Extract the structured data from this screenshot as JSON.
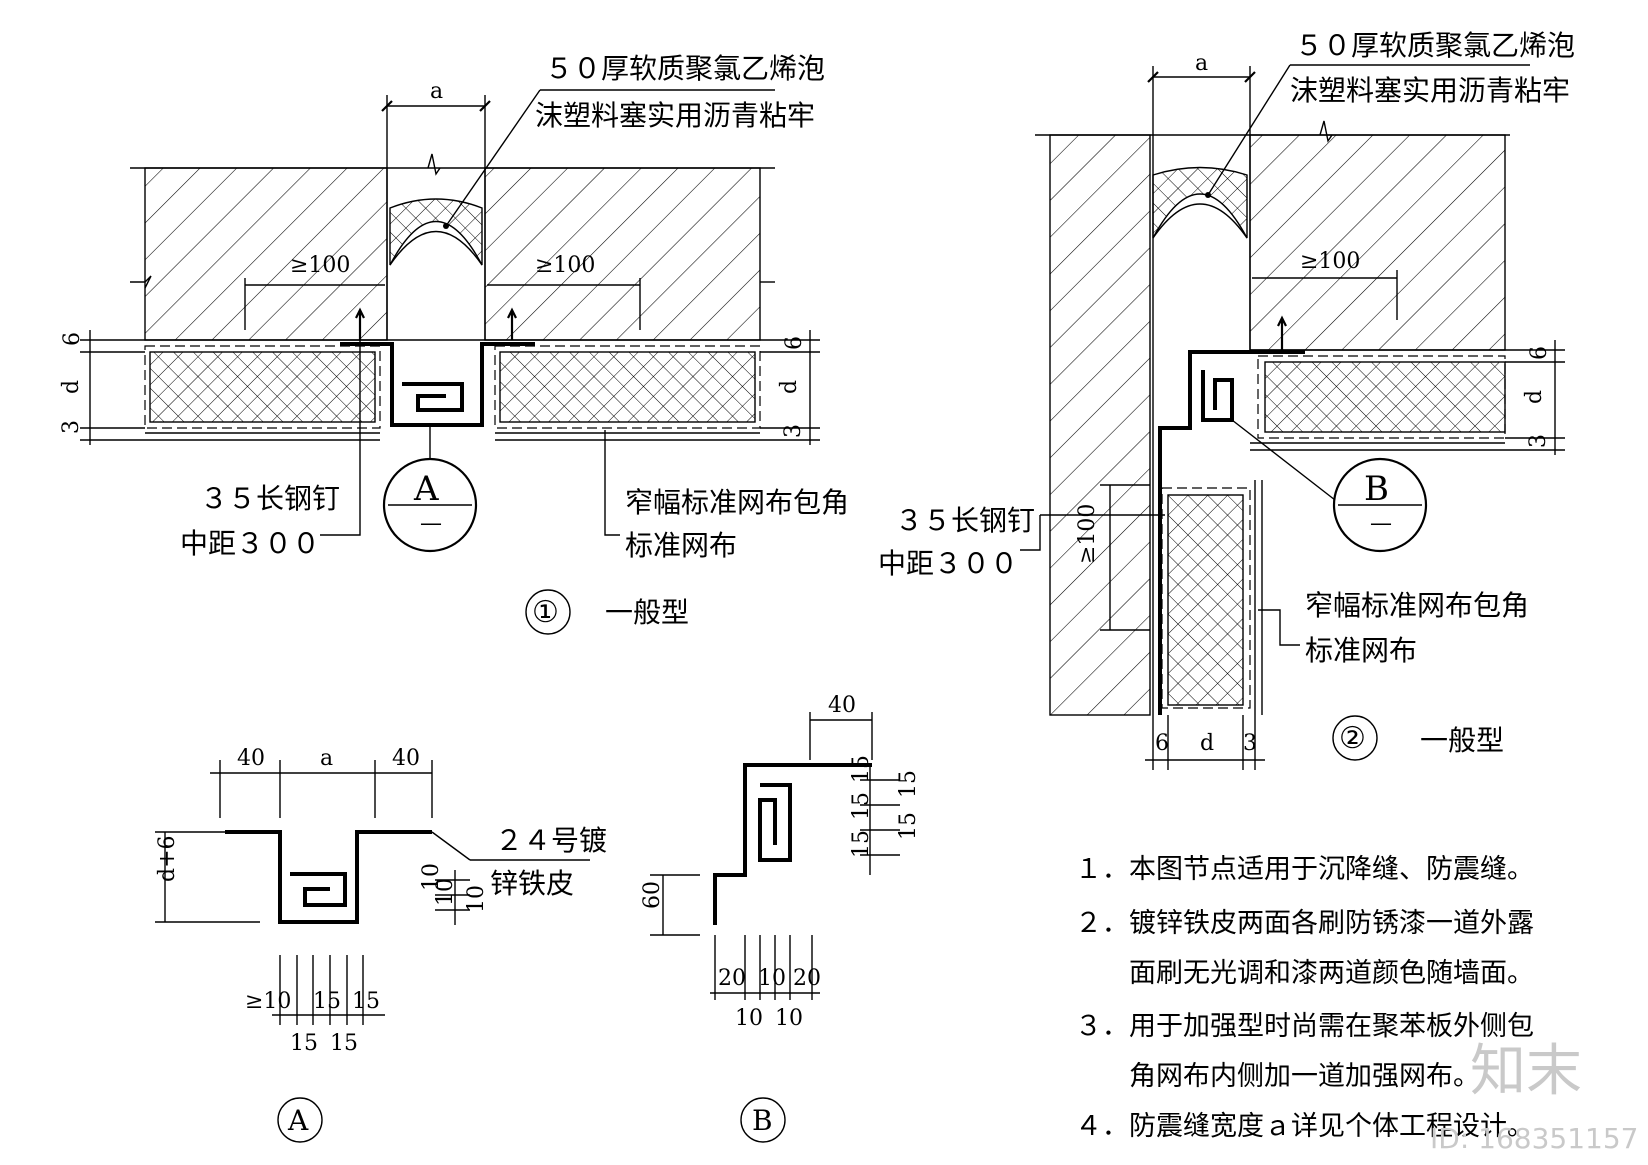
{
  "detail1": {
    "foam_label_line1": "５０厚软质聚氯乙烯泡",
    "foam_label_line2": "沫塑料塞实用沥青粘牢",
    "dim_a": "a",
    "dim_ge100_left": "≥100",
    "dim_ge100_right": "≥100",
    "dim_6": "6",
    "dim_d": "d",
    "dim_3": "3",
    "nail_line1": "３５长钢钉",
    "nail_line2": "中距３００",
    "mesh_line1": "窄幅标准网布包角",
    "mesh_line2": "标准网布",
    "callout_letter": "A",
    "callout_sub": "—",
    "number": "①",
    "type": "一般型"
  },
  "detail2": {
    "foam_label_line1": "５０厚软质聚氯乙烯泡",
    "foam_label_line2": "沫塑料塞实用沥青粘牢",
    "dim_a": "a",
    "dim_ge100_top": "≥100",
    "dim_ge100_side": "≥100",
    "dim_6": "6",
    "dim_d": "d",
    "dim_3": "3",
    "nail_line1": "３５长钢钉",
    "nail_line2": "中距３００",
    "mesh_line1": "窄幅标准网布包角",
    "mesh_line2": "标准网布",
    "callout_letter": "B",
    "callout_sub": "—",
    "number": "②",
    "type": "一般型",
    "bottom_dims": [
      "6",
      "d",
      "3"
    ]
  },
  "detailA": {
    "top_dims": [
      "40",
      "a",
      "40"
    ],
    "side_dim": "d+6",
    "material_line1": "２４号镀",
    "material_line2": "锌铁皮",
    "right_dims": [
      "10",
      "10",
      "10"
    ],
    "bottom_row1": [
      "≥10",
      "15",
      "15"
    ],
    "bottom_row2": [
      "15",
      "15"
    ],
    "label": "A"
  },
  "detailB": {
    "top_dim": "40",
    "side_dim": "60",
    "right_row1": [
      "15",
      "15",
      "15"
    ],
    "right_row2": [
      "15",
      "15"
    ],
    "bottom_row1": [
      "20",
      "10",
      "20"
    ],
    "bottom_row2": [
      "10",
      "10"
    ],
    "label": "B"
  },
  "notes": [
    "１．本图节点适用于沉降缝、防震缝。",
    "２．镀锌铁皮两面各刷防锈漆一道外露",
    "　　面刷无光调和漆两道颜色随墙面。",
    "３．用于加强型时尚需在聚苯板外侧包",
    "　　角网布内侧加一道加强网布。",
    "４．防震缝宽度ａ详见个体工程设计。"
  ],
  "watermark": {
    "logo_text": "知末",
    "id_text": "ID: 168351157"
  }
}
